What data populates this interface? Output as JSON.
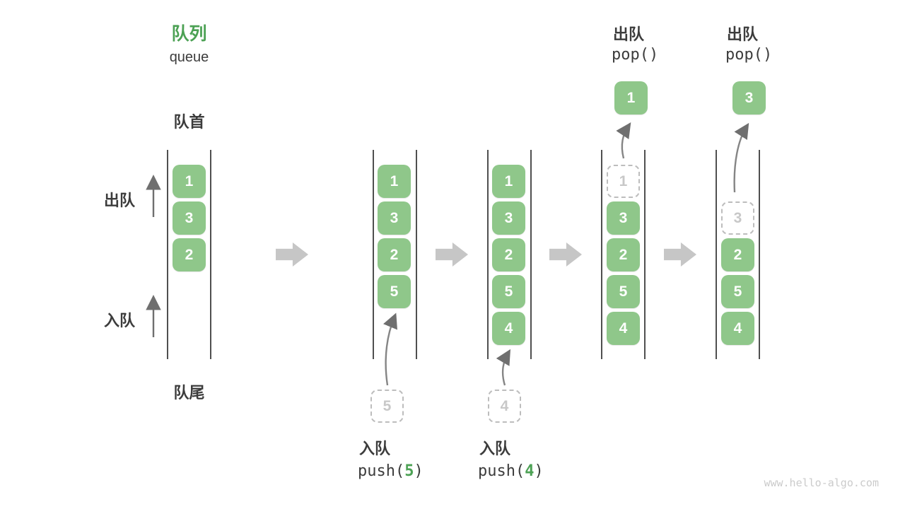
{
  "title": {
    "zh": "队列",
    "en": "queue"
  },
  "side_labels": {
    "front": "队首",
    "rear": "队尾",
    "dequeue": "出队",
    "enqueue": "入队"
  },
  "watermark": "www.hello-algo.com",
  "colors": {
    "box_green": "#8FC78A",
    "accent_green": "#4CA154",
    "dark_text": "#3C3C3C",
    "block_arrow_gray": "#C6C6C6",
    "thin_arrow_gray": "#858585",
    "ghost_gray": "#BDBDBD"
  },
  "columns": [
    {
      "cells": [
        "1",
        "3",
        "2"
      ]
    },
    {
      "cells": [
        "1",
        "3",
        "2",
        "5"
      ],
      "incoming_value": "5",
      "op": {
        "zh": "入队",
        "fn": "push(",
        "arg": "5",
        "close": ")"
      }
    },
    {
      "cells": [
        "1",
        "3",
        "2",
        "5",
        "4"
      ],
      "incoming_value": "4",
      "op": {
        "zh": "入队",
        "fn": "push(",
        "arg": "4",
        "close": ")"
      }
    },
    {
      "ghost_value": "1",
      "cells": [
        "3",
        "2",
        "5",
        "4"
      ],
      "popped_value": "1",
      "op": {
        "zh": "出队",
        "fn": "pop()"
      }
    },
    {
      "ghost_value": "3",
      "cells": [
        "2",
        "5",
        "4"
      ],
      "popped_value": "3",
      "op": {
        "zh": "出队",
        "fn": "pop()"
      }
    }
  ]
}
